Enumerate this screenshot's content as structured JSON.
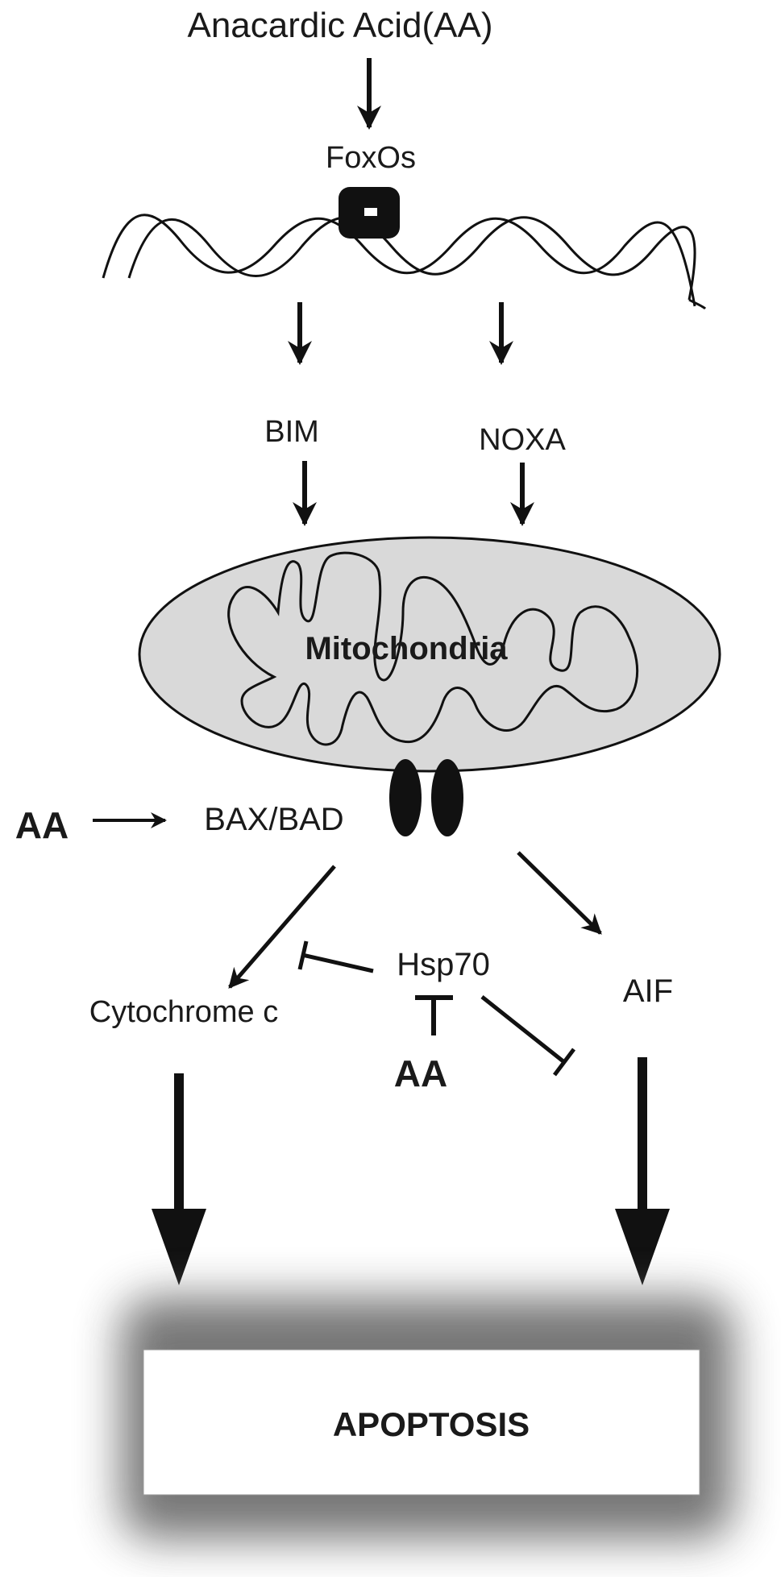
{
  "labels": {
    "top_input": "Anacardic Acid(AA)",
    "foxos": "FoxOs",
    "bim": "BIM",
    "noxa": "NOXA",
    "mitochondria": "Mitochondria",
    "aa_left": "AA",
    "bax_bad": "BAX/BAD",
    "hsp70": "Hsp70",
    "aa_center": "AA",
    "cytochrome_c": "Cytochrome c",
    "aif": "AIF",
    "apoptosis": "APOPTOSIS"
  },
  "colors": {
    "ink": "#111111",
    "mito_fill": "#d9d9d9",
    "apoptosis_glow": "#6f6f6f"
  }
}
